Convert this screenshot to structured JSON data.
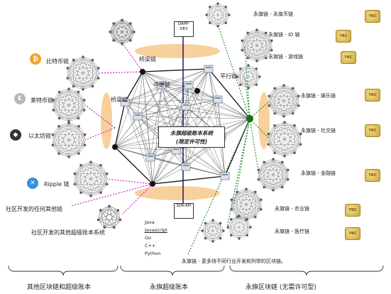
{
  "center": {
    "title": "永旗超级账本系统",
    "subtitle": "(限定许可性)",
    "upper_box": "DAPP-DEX",
    "lower_box": "SDK-API"
  },
  "inner_labels": {
    "bridge_top": "桥梁链",
    "bridge_left": "桥梁链",
    "relay": "中继链",
    "parallel": "平行链"
  },
  "languages": [
    "Java",
    "Javascript",
    "Go",
    "C++",
    "Python"
  ],
  "left_chains": [
    {
      "label": "比特币链",
      "icon": "bitcoin-icon",
      "color": "#f2a22b",
      "glyph": "₿"
    },
    {
      "label": "莱特币链",
      "icon": "litecoin-icon",
      "color": "#b8b8b8",
      "glyph": "Ł"
    },
    {
      "label": "以太坊链",
      "icon": "ethereum-icon",
      "color": "#333333",
      "glyph": "◆"
    },
    {
      "label": "Ripple 链",
      "icon": "ripple-icon",
      "color": "#3a8fd8",
      "glyph": "✕"
    }
  ],
  "left_notes": {
    "community_any": "社区开发的任何其他链",
    "community_other": "社区开发的其他超级账本系统"
  },
  "right_chains": [
    {
      "label": "永旗链 - 永旗币链",
      "coin": "YBC"
    },
    {
      "label": "永旗链 - ID 链",
      "coin": "YBC"
    },
    {
      "label": "永旗链 - 游戏链",
      "coin": "YBC"
    },
    {
      "label": "永旗链 - 娱乐链",
      "coin": "YBC"
    },
    {
      "label": "永旗链 - 社交链",
      "coin": "YBC"
    },
    {
      "label": "永旗链 - 金融链",
      "coin": "YBC"
    },
    {
      "label": "永旗链 - 农业链",
      "coin": "YBC"
    },
    {
      "label": "永旗链 - 医疗链",
      "coin": "YBC"
    }
  ],
  "bottom_note": "永旗链 - 更多待不同行业开发和列举的区块链。",
  "sections": [
    "其他区块链和超级账本",
    "永旗超级账本",
    "永旗区块链 (无需许可型)"
  ],
  "colors": {
    "line": "#1a1a6e",
    "magenta": "#d020c8",
    "green": "#1a8a1a",
    "orange": "#f4c07a"
  }
}
